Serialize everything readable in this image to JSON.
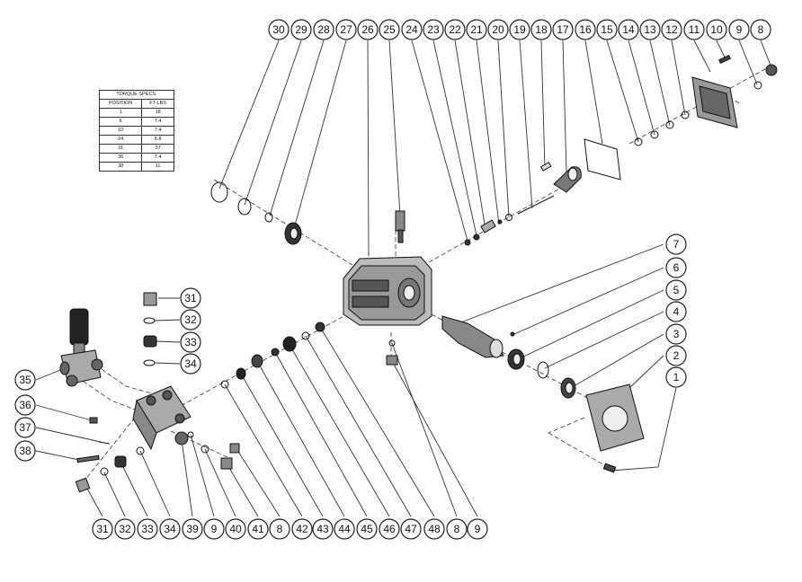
{
  "torque_table": {
    "title": "TORQUE SPECS.",
    "headers": [
      "POSITION",
      "FT-LBS"
    ],
    "rows": [
      [
        "1",
        "18"
      ],
      [
        "6",
        "7.4"
      ],
      [
        "10",
        "7.4"
      ],
      [
        "24",
        "8.8"
      ],
      [
        "31",
        "37"
      ],
      [
        "36",
        "7.4"
      ],
      [
        "38",
        "11"
      ]
    ]
  },
  "callouts": {
    "top": [
      "30",
      "29",
      "28",
      "27",
      "26",
      "25",
      "24",
      "23",
      "22",
      "21",
      "20",
      "19",
      "18",
      "17",
      "16",
      "15",
      "14",
      "13",
      "12",
      "11",
      "10",
      "9",
      "8"
    ],
    "right": [
      "7",
      "6",
      "5",
      "4",
      "3",
      "2",
      "1"
    ],
    "valve": [
      "31",
      "32",
      "33",
      "34"
    ],
    "left": [
      "35",
      "36",
      "37",
      "38"
    ],
    "bottom": [
      "31",
      "32",
      "33",
      "34",
      "39",
      "9",
      "40",
      "41",
      "8",
      "42",
      "43",
      "44",
      "45",
      "46",
      "47",
      "48",
      "8",
      "9"
    ]
  }
}
